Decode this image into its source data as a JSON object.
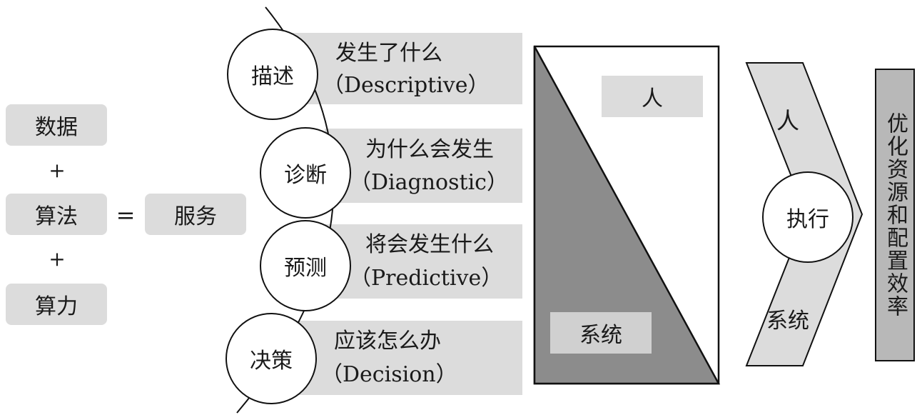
{
  "formula": {
    "data": "数据",
    "plus1": "+",
    "algorithm": "算法",
    "plus2": "+",
    "compute": "算力",
    "equals": "=",
    "service": "服务"
  },
  "analytics": [
    {
      "circle": "描述",
      "cn": "发生了什么",
      "en": "（Descriptive）"
    },
    {
      "circle": "诊断",
      "cn": "为什么会发生",
      "en": "（Diagnostic）"
    },
    {
      "circle": "预测",
      "cn": "将会发生什么",
      "en": "（Predictive）"
    },
    {
      "circle": "决策",
      "cn": "应该怎么办",
      "en": "（Decision）"
    }
  ],
  "split": {
    "human": "人",
    "system": "系统"
  },
  "execution": {
    "human": "人",
    "center": "执行",
    "system": "系统"
  },
  "result": "优化资源和配置效率",
  "colors": {
    "light_gray": "#dcdcdc",
    "dark_gray": "#8c8c8c",
    "result_gray": "#b8b8b8"
  }
}
